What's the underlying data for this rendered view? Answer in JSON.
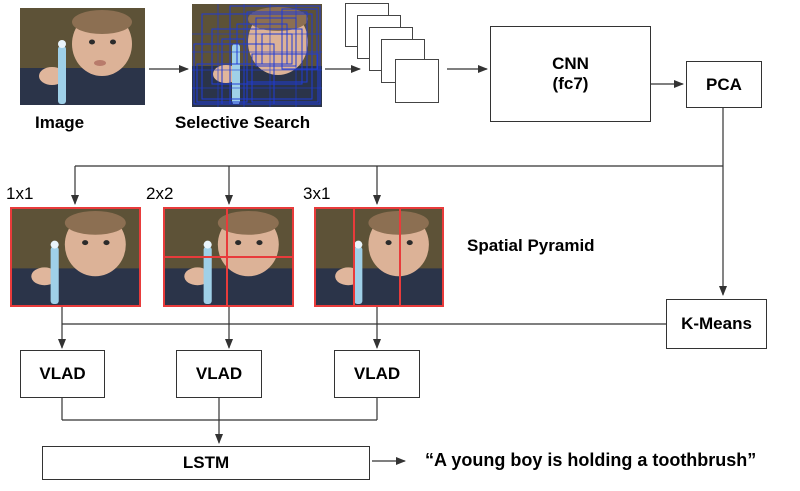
{
  "nodes": {
    "image_label": "Image",
    "selective_search_label": "Selective Search",
    "cnn_line1": "CNN",
    "cnn_line2": "(fc7)",
    "pca": "PCA",
    "kmeans": "K-Means",
    "vlad": "VLAD",
    "lstm": "LSTM",
    "spatial_pyramid": "Spatial Pyramid"
  },
  "pyramid_levels": [
    "1x1",
    "2x2",
    "3x1"
  ],
  "caption": "“A young boy is holding a toothbrush”",
  "colors": {
    "pyramid_border": "#e83b3b",
    "proposal_boxes": "#1f3bd6",
    "wire": "#333333"
  }
}
